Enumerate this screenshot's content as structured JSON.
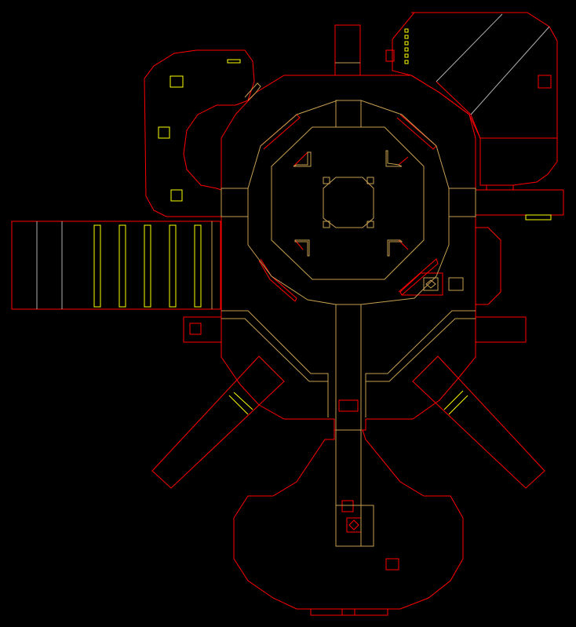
{
  "map": {
    "background": "#000000",
    "colors": {
      "wall": "#ff0000",
      "step": "#c8a050",
      "trigger": "#ffff00",
      "gray": "#b0b0b0"
    },
    "legend": {},
    "regions": [
      "outer-ring",
      "inner-ring",
      "center-pillar",
      "north-east-room",
      "north-west-room",
      "west-corridor",
      "east-corridor",
      "south-east-arm",
      "south-west-arm",
      "south-chamber",
      "north-door"
    ]
  }
}
